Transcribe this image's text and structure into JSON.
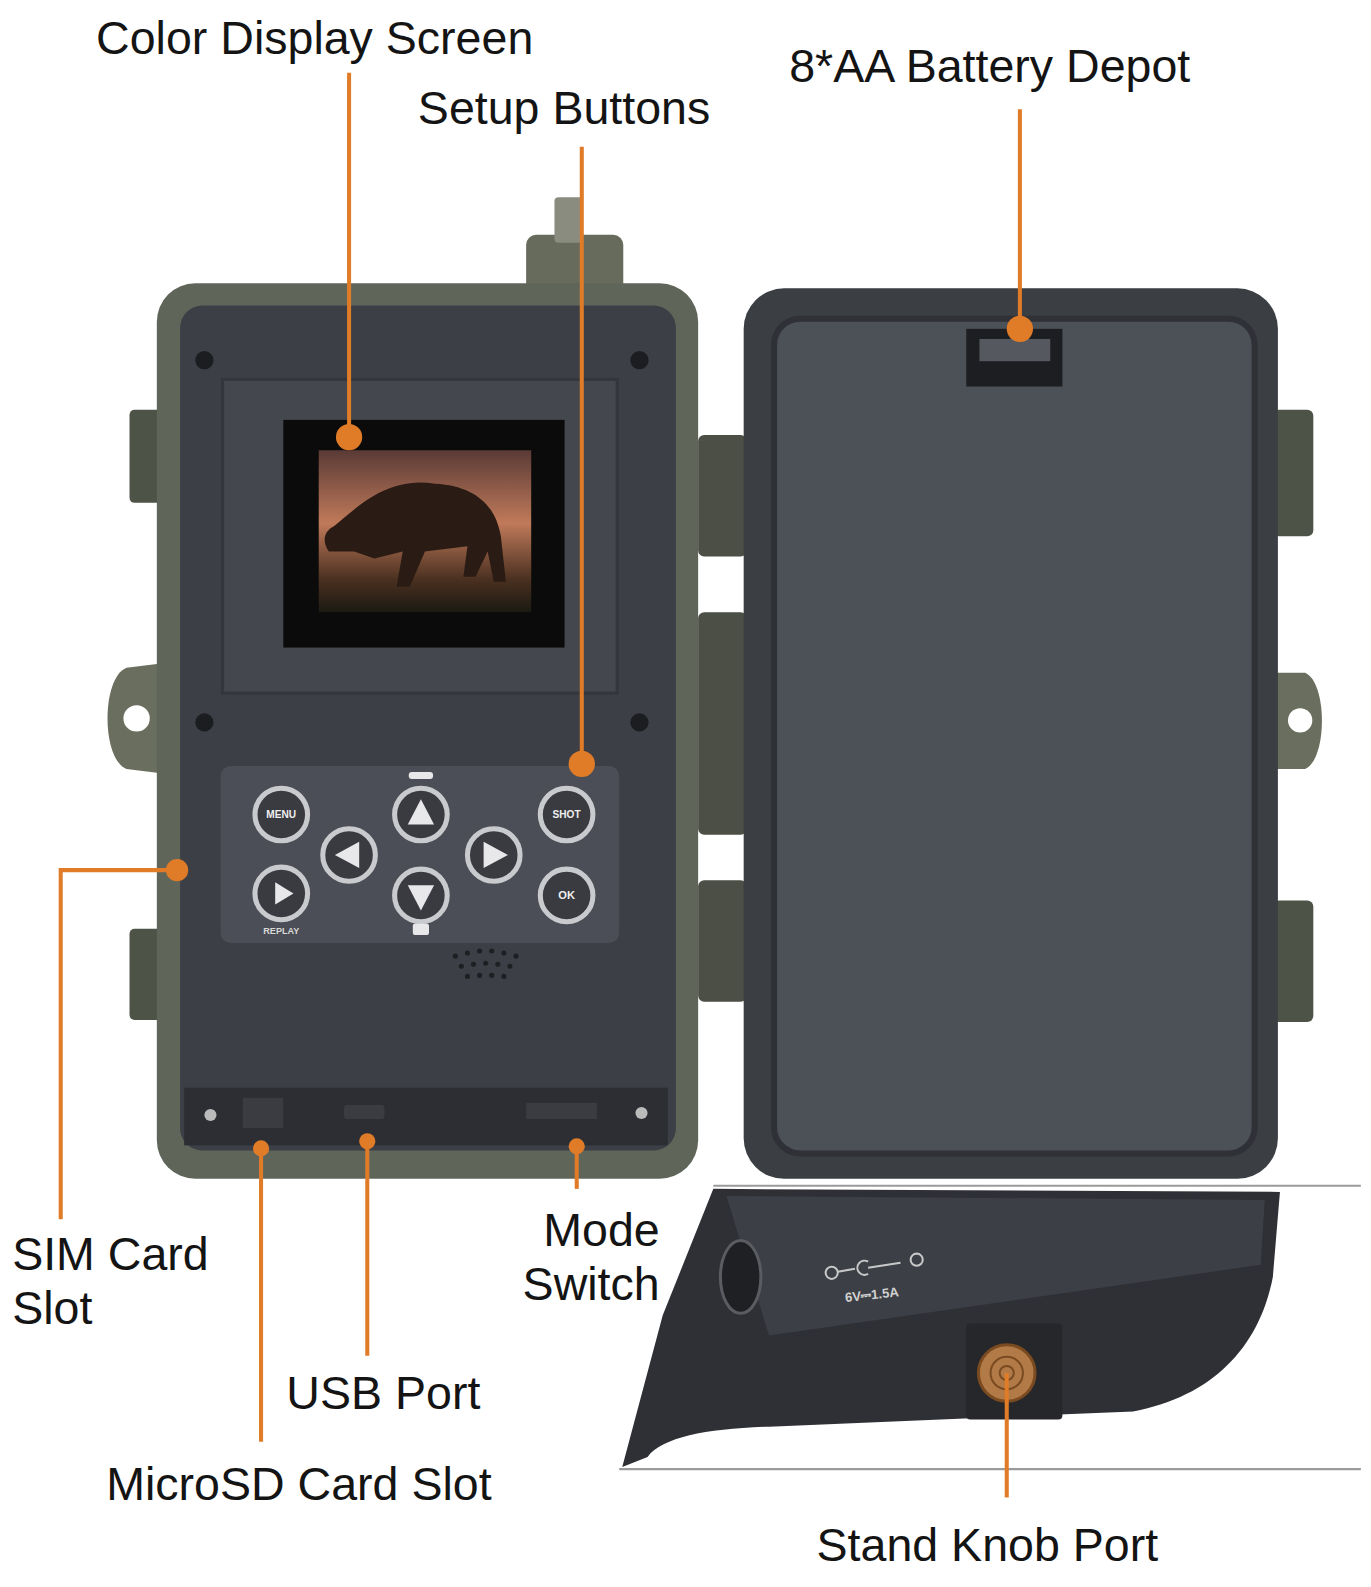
{
  "diagram": {
    "labels": [
      "Color Display Screen",
      "Setup Buttons",
      "8*AA Battery Depot",
      "SIM Card Slot",
      "USB Port",
      "Mode Switch",
      "MicroSD Card Slot",
      "Stand Knob Port",
      "MENU",
      "SHOT",
      "OK",
      "REPLAY",
      "6V⎓1.5A"
    ]
  }
}
